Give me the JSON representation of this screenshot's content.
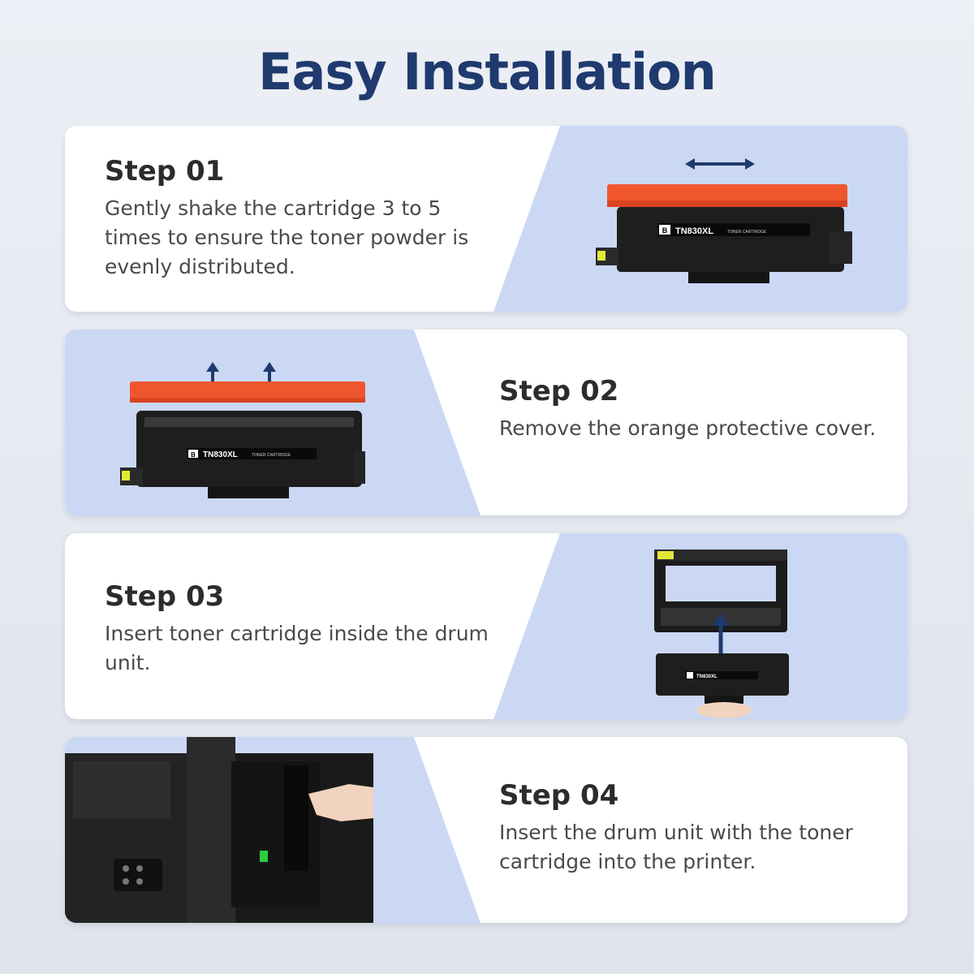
{
  "title": "Easy Installation",
  "colors": {
    "title": "#1f3a6e",
    "panel": "#cbd8f4",
    "orange_cover": "#f0562e",
    "arrow": "#1f3a6e"
  },
  "steps": [
    {
      "title": "Step 01",
      "description": "Gently shake the cartridge 3 to 5 times to ensure the toner powder is evenly distributed."
    },
    {
      "title": "Step 02",
      "description": "Remove the orange protective cover."
    },
    {
      "title": "Step 03",
      "description": "Insert toner cartridge inside the drum unit."
    },
    {
      "title": "Step 04",
      "description": "Insert the drum unit with the toner cartridge into the printer."
    }
  ],
  "cartridge": {
    "badge": "B",
    "model": "TN830XL",
    "sub": "TONER CARTRIDGE"
  }
}
